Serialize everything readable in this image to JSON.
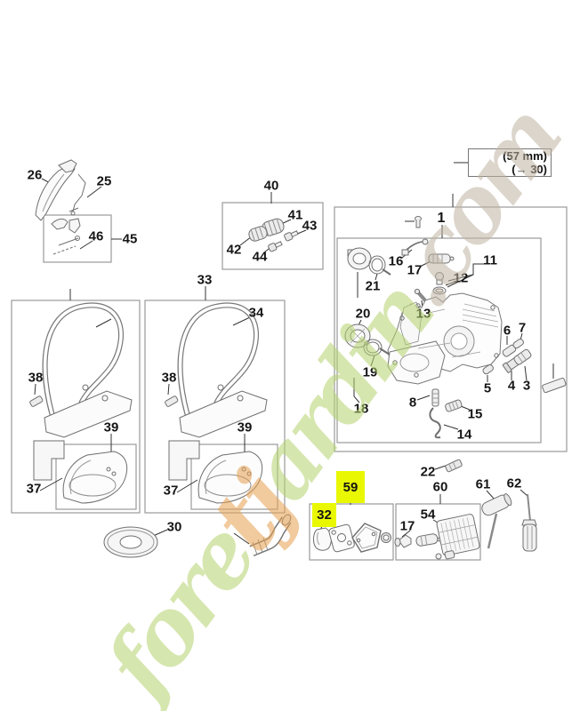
{
  "watermark": {
    "seg1": "fore",
    "seg2": "tj",
    "seg3": "ardin",
    "seg4": ".com",
    "green": "#b5d36e",
    "orange": "#e6a050",
    "tan": "#bfb3a2"
  },
  "ref_note": {
    "line1": "(57 mm)",
    "line2": "(→ 30)"
  },
  "highlight_color": "#e9f802",
  "labels": {
    "p26": "26",
    "p25": "25",
    "p46": "46",
    "p45": "45",
    "p40": "40",
    "p41": "41",
    "p42": "42",
    "p43": "43",
    "p44": "44",
    "p1": "1",
    "p16": "16",
    "p17_main": "17",
    "p11": "11",
    "p12": "12",
    "p13": "13",
    "p21": "21",
    "p20": "20",
    "p19": "19",
    "p18": "18",
    "p8": "8",
    "p5": "5",
    "p15": "15",
    "p14": "14",
    "p6": "6",
    "p7": "7",
    "p4": "4",
    "p3": "3",
    "p22": "22",
    "p33": "33",
    "p34": "34",
    "p38_left": "38",
    "p38_right": "38",
    "p39_left": "39",
    "p39_right": "39",
    "p37_left": "37",
    "p37_right": "37",
    "p30": "30",
    "p59": "59",
    "p32": "32",
    "p17_carb": "17",
    "p54": "54",
    "p60": "60",
    "p61": "61",
    "p62": "62"
  }
}
